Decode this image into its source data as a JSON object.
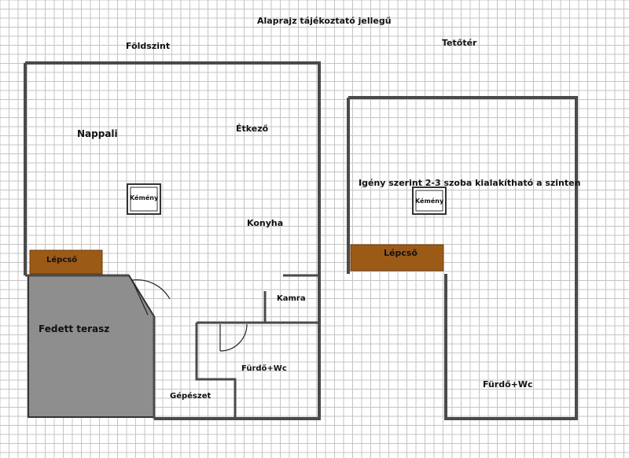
{
  "title": "Alaprajz tájékoztató jellegű",
  "floors": {
    "ground": {
      "label": "Földszint",
      "rooms": {
        "nappali": "Nappali",
        "etkezo": "Étkező",
        "kemeny": "Kémény",
        "konyha": "Konyha",
        "lepcso": "Lépcső",
        "kamra": "Kamra",
        "fedett_terasz": "Fedett terasz",
        "furdo_wc": "Fürdő+Wc",
        "gepeszet": "Gépészet"
      }
    },
    "attic": {
      "label": "Tetőtér",
      "note": "Igény szerint 2-3 szoba kialakítható a szinten",
      "rooms": {
        "kemeny": "Kémény",
        "lepcso": "Lépcső",
        "furdo_wc": "Fürdő+Wc"
      }
    }
  },
  "colors": {
    "background": "#ffffff",
    "grid": "#c4c4c4",
    "wall": "#4a4a4a",
    "stair": "#9c5a17",
    "terrace": "#8e8e8e"
  }
}
